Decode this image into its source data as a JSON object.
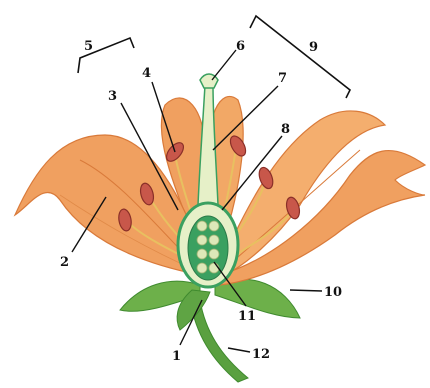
{
  "diagram": {
    "labels": [
      {
        "id": "label-1",
        "text": "1"
      },
      {
        "id": "label-2",
        "text": "2"
      },
      {
        "id": "label-3",
        "text": "3"
      },
      {
        "id": "label-4",
        "text": "4"
      },
      {
        "id": "label-5",
        "text": "5"
      },
      {
        "id": "label-6",
        "text": "6"
      },
      {
        "id": "label-7",
        "text": "7"
      },
      {
        "id": "label-8",
        "text": "8"
      },
      {
        "id": "label-9",
        "text": "9"
      },
      {
        "id": "label-10",
        "text": "10"
      },
      {
        "id": "label-11",
        "text": "11"
      },
      {
        "id": "label-12",
        "text": "12"
      }
    ],
    "colors": {
      "petal": "#f0a060",
      "petal_dark": "#d97a3a",
      "petal_light": "#f8c08c",
      "sepal": "#6db04a",
      "sepal_dark": "#3f8a2e",
      "stem": "#5aa040",
      "anther": "#c8574a",
      "filament": "#e8c060",
      "pistil": "#e6f0c8",
      "ovary": "#3aa060",
      "ovule": "#dde8b8"
    }
  }
}
